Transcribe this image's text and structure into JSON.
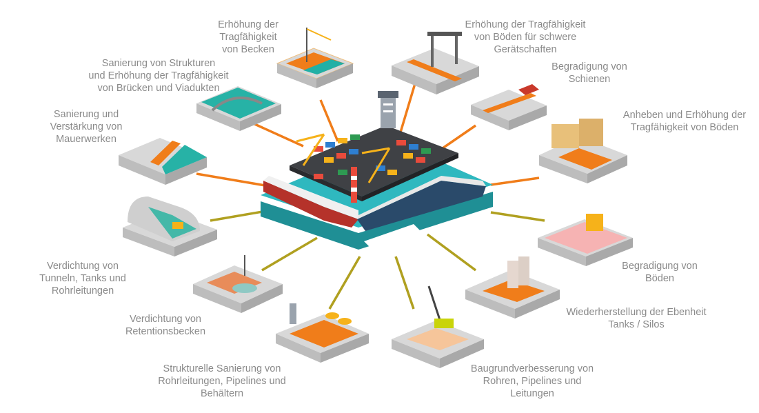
{
  "colors": {
    "orange": "#f07d1a",
    "olive": "#b0a020",
    "teal": "#2bb3b3",
    "label_gray": "#8a8a8a"
  },
  "labels": {
    "pools": [
      "Erhöhung der",
      "Tragfähigkeit",
      "von Becken"
    ],
    "heavy_floors": [
      "Erhöhung der Tragfähigkeit",
      "von Böden für schwere",
      "Gerätschaften"
    ],
    "bridges": [
      "Sanierung von Strukturen",
      "und Erhöhung der Tragfähigkeit",
      "von Brücken und Viadukten"
    ],
    "rails": [
      "Begradigung von",
      "Schienen"
    ],
    "masonry": [
      "Sanierung und",
      "Verstärkung von",
      "Mauerwerken"
    ],
    "lift_floors": [
      "Anheben und Erhöhung der",
      "Tragfähigkeit von Böden"
    ],
    "tunnels": [
      "Verdichtung von",
      "Tunneln, Tanks und",
      "Rohrleitungen"
    ],
    "level_floors": [
      "Begradigung von",
      "Böden"
    ],
    "retention": [
      "Verdichtung von",
      "Retentionsbecken"
    ],
    "tanks": [
      "Wiederherstellung der Ebenheit",
      "Tanks / Silos"
    ],
    "pipes_repair": [
      "Strukturelle Sanierung von",
      "Rohrleitungen, Pipelines und",
      "Behältern"
    ],
    "ground": [
      "Baugrundverbesserung von",
      "Rohren, Pipelines und",
      "Leitungen"
    ]
  }
}
